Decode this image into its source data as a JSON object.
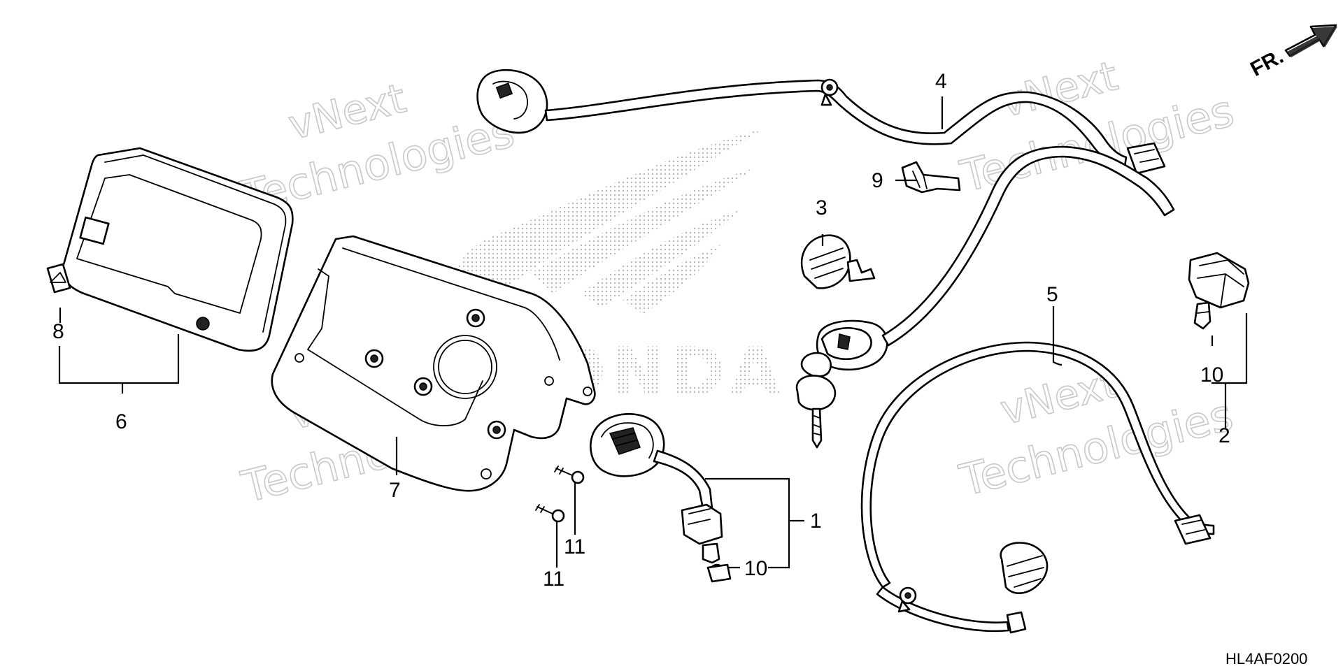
{
  "diagram": {
    "orientation_label": "FR.",
    "orientation_icon": "forward-arrow-icon",
    "code": "HL4AF0200",
    "brand_logo_text": "HONDA",
    "watermark_line1": "vNext",
    "watermark_line2": "Technologies",
    "callouts": {
      "c1": "1",
      "c2": "2",
      "c3": "3",
      "c4": "4",
      "c5": "5",
      "c6": "6",
      "c7": "7",
      "c8": "8",
      "c9": "9",
      "c10a": "10",
      "c10b": "10",
      "c11a": "11",
      "c11b": "11"
    }
  }
}
